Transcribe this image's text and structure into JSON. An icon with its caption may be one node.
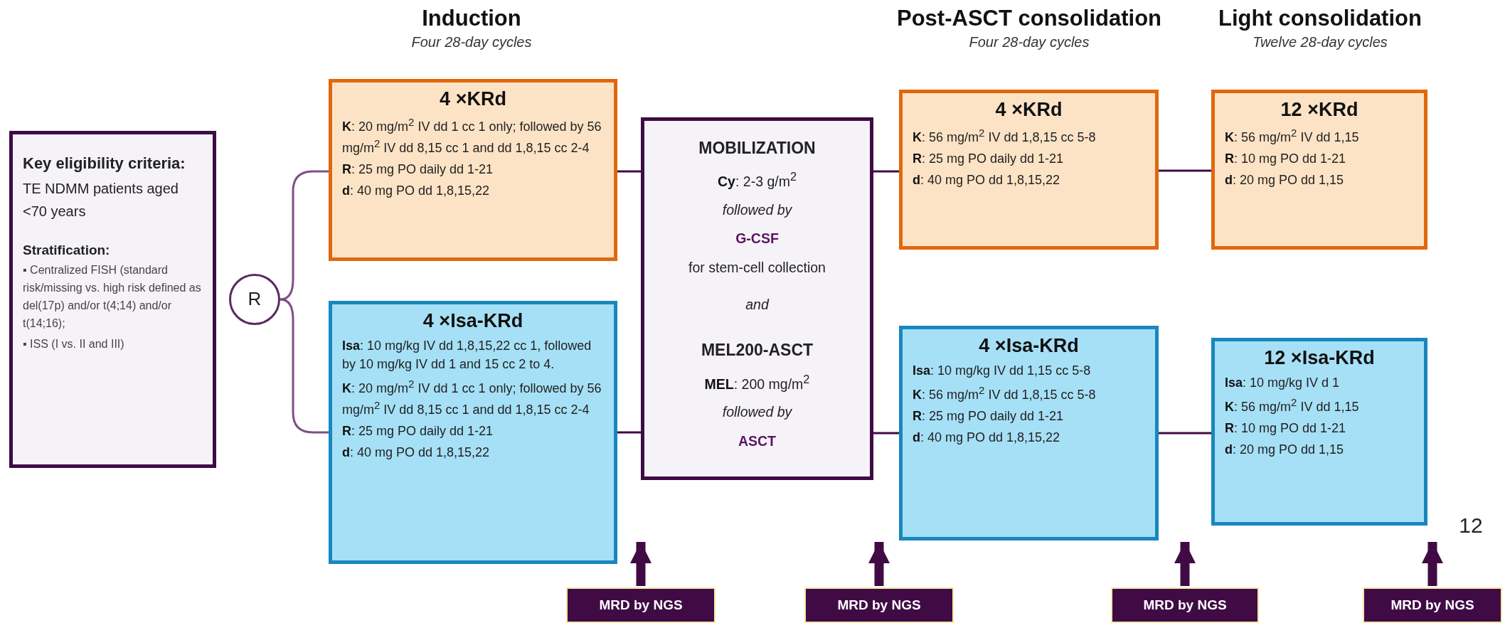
{
  "diagram": {
    "nodes": [
      {
        "text": [
          "Key eligibility criteria:",
          "TE NDMM patients aged <70 years",
          "Stratification:",
          "▪ Centralized FISH (standard risk/missing vs. high risk defined as del(17p) and/or t(4;14) and/or t(14;16);",
          "▪ ISS (I vs. II and III)"
        ]
      },
      {
        "text": [
          "R"
        ]
      },
      {
        "text": [
          "4 ×KRd",
          "**K**: 20 mg/m$^{2}$ IV dd 1 cc 1 only; followed by 56 mg/m$^{2}$ IV dd 8,15 cc 1 and dd 1,8,15 cc 2-4",
          "**R**: 25 mg PO daily dd 1-21",
          "**d**: 40 mg PO dd 1,8,15,22"
        ]
      },
      {
        "text": [
          "4 ×Isa-KRd",
          "**Isa**: 10 mg/kg IV dd 1,8,15,22 cc 1, followed by 10 mg/kg IV dd 1 and 15 cc 2 to 4.",
          "**K**: 20 mg/m$^{2}$ IV dd 1 cc 1 only; followed by 56 mg/m$^{2}$ IV dd 8,15 cc 1 and dd 1,8,15 cc 2-4",
          "**R**: 25 mg PO daily dd 1-21",
          "**d**: 40 mg PO dd 1,8,15,22"
        ]
      },
      {
        "text": [
          "MOBILIZATION",
          "**Cy**: 2-3 g/m$^{2}$",
          "followed by",
          "G-CSF",
          "for stem-cell collection",
          "and",
          "MEL200-ASCT",
          "**MEL**: 200 mg/m$^{2}$",
          "followed by",
          "ASCT"
        ]
      },
      {
        "text": [
          "4 ×KRd",
          "**K**: 56 mg/m$^{2}$ IV dd 1,8,15 cc 5-8",
          "**R**: 25 mg PO daily dd 1-21",
          "**d**: 40 mg PO dd 1,8,15,22"
        ]
      },
      {
        "text": [
          "12 ×KRd",
          "**K**: 56 mg/m$^{2}$ IV dd 1,15",
          "**R**: 10 mg PO dd 1-21",
          "**d**: 20 mg PO dd 1,15"
        ]
      },
      {
        "text": [
          "4 ×Isa-KRd",
          "**Isa**: 10 mg/kg IV dd 1,15 cc 5-8",
          "**K**: 56 mg/m$^{2}$ IV dd 1,8,15 cc 5-8",
          "**R**: 25 mg PO daily dd 1-21",
          "**d**: 40 mg PO dd 1,8,15,22"
        ]
      },
      {
        "text": [
          "12 ×Isa-KRd",
          "**Isa**: 10 mg/kg IV d 1",
          "**K**: 56 mg/m$^{2}$ IV dd 1,15",
          "**R**: 10 mg PO dd 1-21",
          "**d**: 20 mg PO dd 1,15"
        ]
      },
      {
        "text": [
          "MRD by NGS"
        ]
      },
      {
        "text": [
          "MRD by NGS"
        ]
      },
      {
        "text": [
          "MRD by NGS"
        ]
      },
      {
        "text": [
          "MRD by NGS"
        ]
      }
    ],
    "edges": [
      {
        "from": 1,
        "to": 2,
        "arrow": "none"
      },
      {
        "from": 1,
        "to": 3,
        "arrow": "none"
      },
      {
        "from": 2,
        "to": 4,
        "arrow": "none"
      },
      {
        "from": 3,
        "to": 4,
        "arrow": "none"
      },
      {
        "from": 4,
        "to": 5,
        "arrow": "none"
      },
      {
        "from": 4,
        "to": 7,
        "arrow": "none"
      },
      {
        "from": 5,
        "to": 6,
        "arrow": "none"
      },
      {
        "from": 7,
        "to": 8,
        "arrow": "none"
      },
      {
        "from": 9,
        "to": null,
        "arrow": "to",
        "style": "thick"
      },
      {
        "from": 10,
        "to": null,
        "arrow": "to",
        "style": "thick"
      },
      {
        "from": 11,
        "to": null,
        "arrow": "to",
        "style": "thick"
      },
      {
        "from": 12,
        "to": null,
        "arrow": "to",
        "style": "thick"
      }
    ],
    "labels": [
      "Induction",
      "Four 28-day cycles",
      "Post-ASCT consolidation",
      "Four 28-day cycles",
      "Light consolidation",
      "Twelve 28-day cycles",
      "12"
    ]
  }
}
